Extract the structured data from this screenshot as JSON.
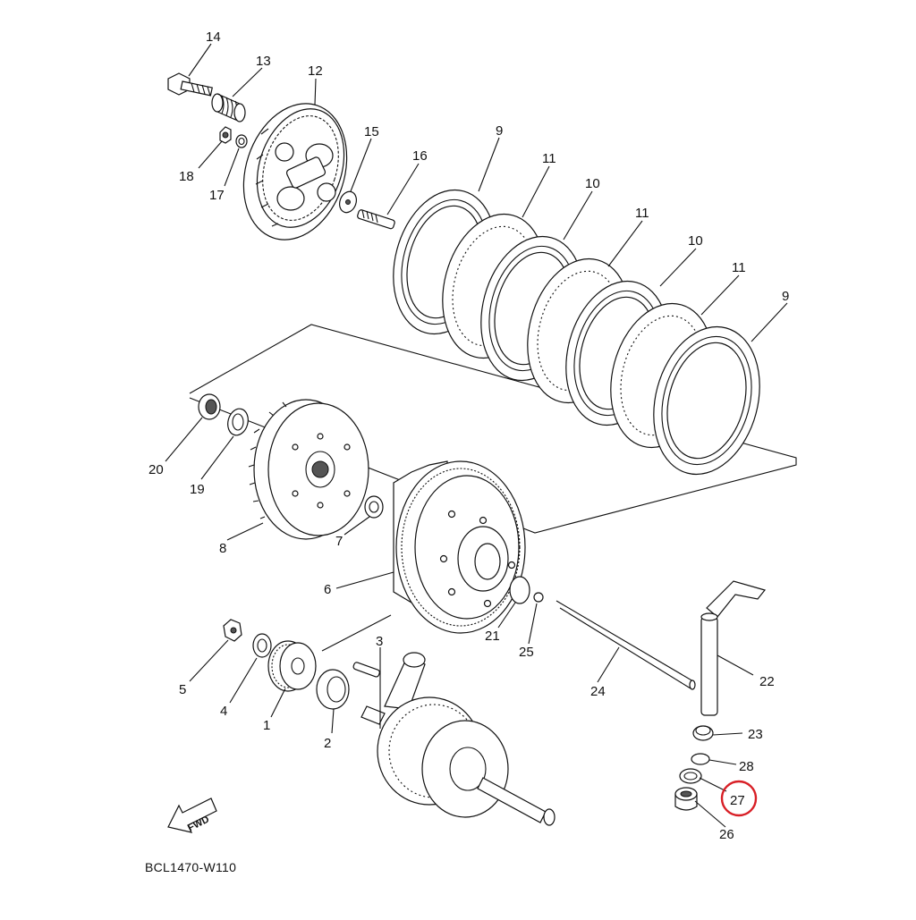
{
  "diagram": {
    "code": "BCL1470-W110",
    "fwd_label": "FWD",
    "highlight_color": "#d81f26",
    "highlighted_part": "27",
    "callouts": [
      {
        "id": "c14",
        "text": "14"
      },
      {
        "id": "c13",
        "text": "13"
      },
      {
        "id": "c12",
        "text": "12"
      },
      {
        "id": "c18",
        "text": "18"
      },
      {
        "id": "c17",
        "text": "17"
      },
      {
        "id": "c15",
        "text": "15"
      },
      {
        "id": "c16",
        "text": "16"
      },
      {
        "id": "c9a",
        "text": "9"
      },
      {
        "id": "c11a",
        "text": "11"
      },
      {
        "id": "c10a",
        "text": "10"
      },
      {
        "id": "c11b",
        "text": "11"
      },
      {
        "id": "c10b",
        "text": "10"
      },
      {
        "id": "c11c",
        "text": "11"
      },
      {
        "id": "c9b",
        "text": "9"
      },
      {
        "id": "c20",
        "text": "20"
      },
      {
        "id": "c19",
        "text": "19"
      },
      {
        "id": "c8",
        "text": "8"
      },
      {
        "id": "c7",
        "text": "7"
      },
      {
        "id": "c6",
        "text": "6"
      },
      {
        "id": "c21",
        "text": "21"
      },
      {
        "id": "c25",
        "text": "25"
      },
      {
        "id": "c22",
        "text": "22"
      },
      {
        "id": "c24",
        "text": "24"
      },
      {
        "id": "c5",
        "text": "5"
      },
      {
        "id": "c4",
        "text": "4"
      },
      {
        "id": "c1",
        "text": "1"
      },
      {
        "id": "c3",
        "text": "3"
      },
      {
        "id": "c2",
        "text": "2"
      },
      {
        "id": "c23",
        "text": "23"
      },
      {
        "id": "c28",
        "text": "28"
      },
      {
        "id": "c27",
        "text": "27"
      },
      {
        "id": "c26",
        "text": "26"
      }
    ]
  }
}
